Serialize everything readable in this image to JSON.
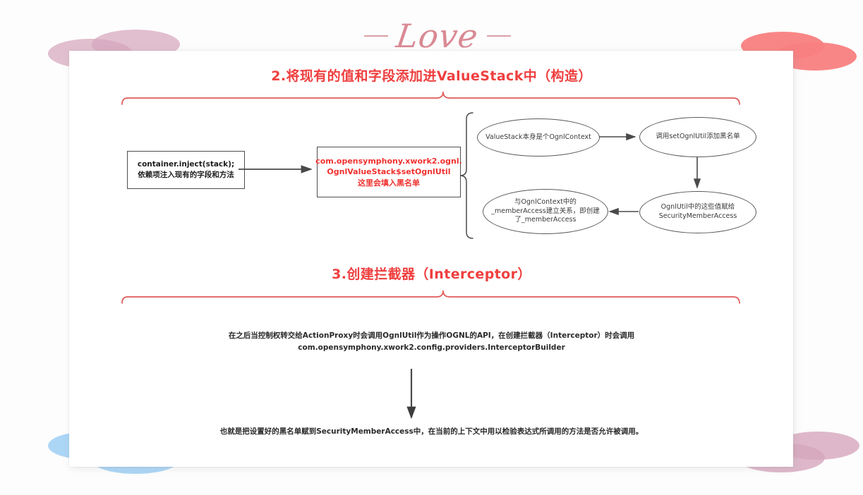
{
  "decor": {
    "script_title": "Love",
    "colors": {
      "pink": "#d6a6bd",
      "coral": "#f98080",
      "blue": "#a8d4f5",
      "heading_red": "#ef3f3f",
      "brace_red": "#e05a5a",
      "box_red_text": "#f0312f",
      "outline_gray": "#4e4e4e"
    }
  },
  "sections": {
    "heading2": "2.将现有的值和字段添加进ValueStack中（构造）",
    "heading3": "3.创建拦截器（Interceptor）"
  },
  "diagram": {
    "box_left": {
      "line1": "container.inject(stack);",
      "line2": "依赖项注入现有的字段和方法"
    },
    "box_right": {
      "line1": "com.opensymphony.xwork2.ognl.",
      "line2": "OgnlValueStack$setOgnlUtil",
      "line3": "这里会填入黑名单"
    },
    "ellipses": [
      {
        "id": "valuestack-ognlcontext",
        "text": "ValueStack本身是个OgnlContext"
      },
      {
        "id": "setognlutil-blacklist",
        "text": "调用setOgnlUtil添加黑名单"
      },
      {
        "id": "ognlutil-to-security",
        "line1": "OgnlUtil中的这些值赋给",
        "line2": "SecurityMemberAccess"
      },
      {
        "id": "memberaccess-relation",
        "line1": "与OgnlContext中的",
        "line2": "_memberAccess建立关系，即创建",
        "line3": "了_memberAccess"
      }
    ]
  },
  "bottom": {
    "para1_line1": "在之后当控制权转交给ActionProxy时会调用OgnlUtil作为操作OGNL的API，在创建拦截器（Interceptor）时会调用",
    "para1_line2": "com.opensymphony.xwork2.config.providers.InterceptorBuilder",
    "para2": "也就是把设置好的黑名单赋到SecurityMemberAccess中，在当前的上下文中用以检验表达式所调用的方法是否允许被调用。"
  }
}
